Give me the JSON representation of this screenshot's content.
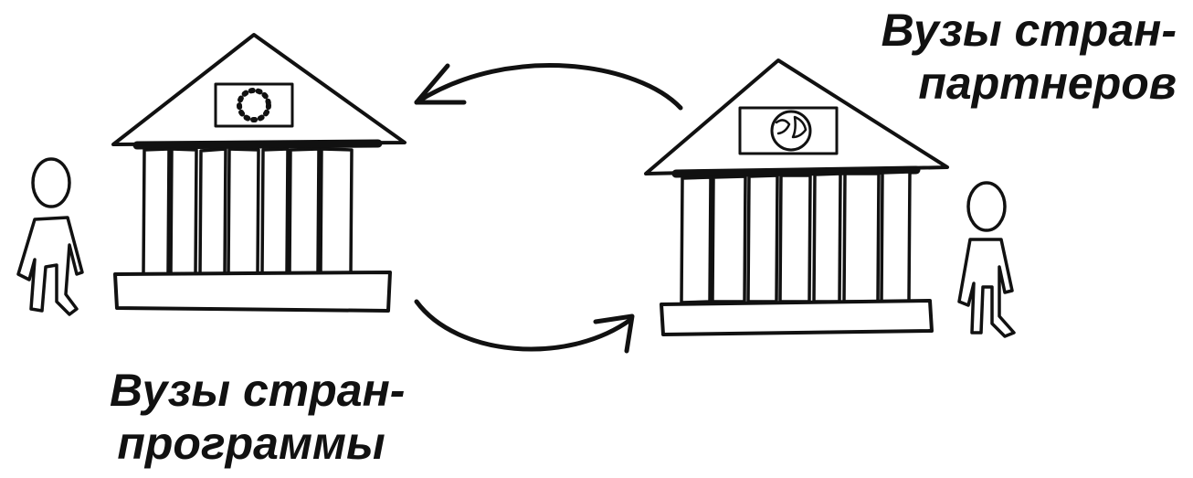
{
  "labels": {
    "partner_line1": "Вузы стран-",
    "partner_line2": "партнеров",
    "programme_line1": "Вузы стран-",
    "programme_line2": "программы"
  },
  "colors": {
    "ink": "#111111",
    "paper": "#ffffff"
  },
  "icons": {
    "left_flag": "eu-flag-icon",
    "right_flag": "globe-flag-icon",
    "person": "person-icon",
    "arrow": "curved-arrow-icon"
  }
}
